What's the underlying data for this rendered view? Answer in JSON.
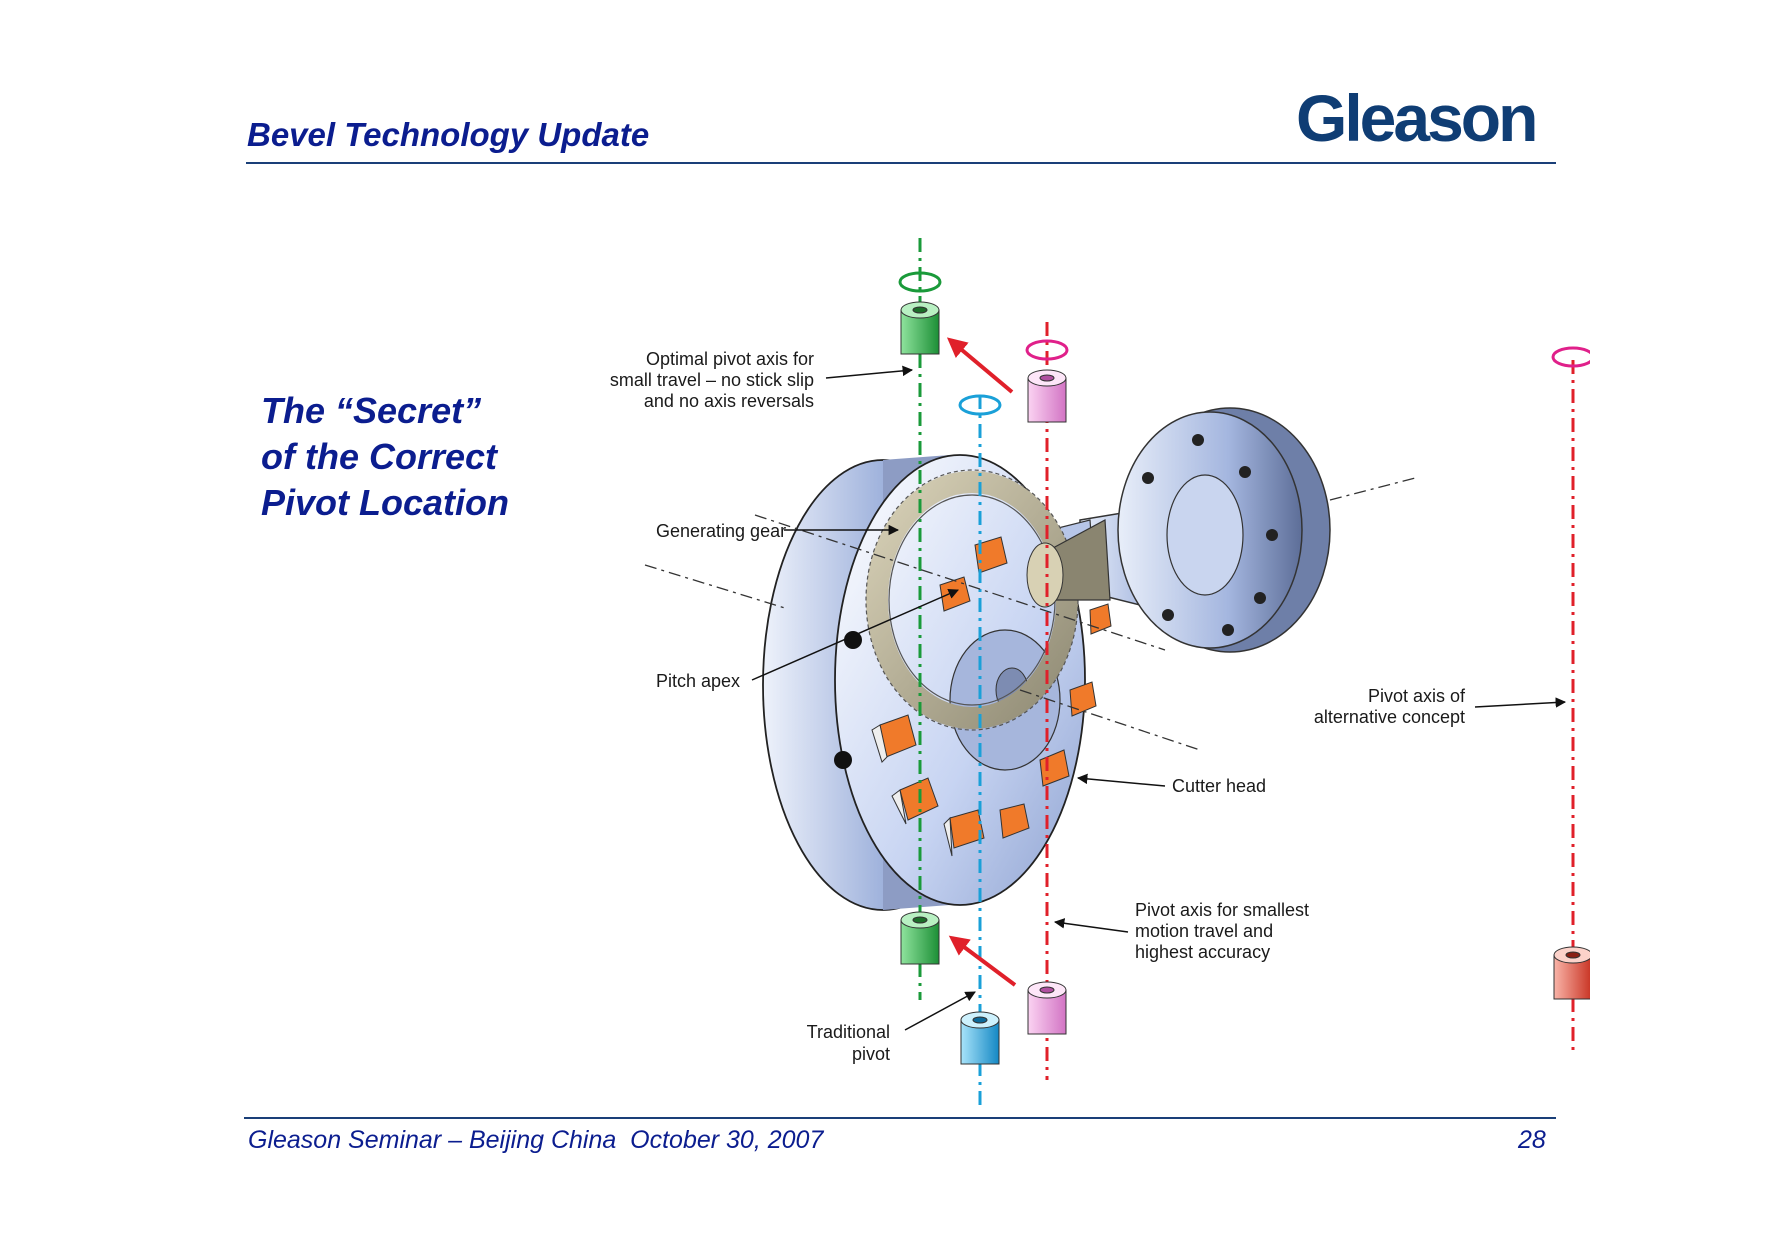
{
  "header": {
    "title": "Bevel Technology Update",
    "logo_text": "Gleason"
  },
  "main": {
    "heading_lines": [
      "The “Secret”",
      "of the Correct",
      "Pivot Location"
    ]
  },
  "diagram": {
    "labels": {
      "optimal_pivot": [
        "Optimal pivot axis for",
        "small travel – no stick slip",
        "and no axis reversals"
      ],
      "generating_gear": "Generating gear",
      "pitch_apex": "Pitch apex",
      "cutter_head": "Cutter head",
      "pivot_smallest": [
        "Pivot axis for smallest",
        "motion travel and",
        "highest accuracy"
      ],
      "traditional_pivot": [
        "Traditional",
        "pivot"
      ],
      "pivot_alternative": [
        "Pivot axis of",
        "alternative concept"
      ]
    },
    "colors": {
      "green_axis": "#1a9a3a",
      "blue_axis": "#1aa0d8",
      "red_axis": "#e0202a",
      "pink_axis": "#e0208a",
      "cutter_blade": "#f07a2a",
      "body_blue": "#b8c8ec"
    }
  },
  "footer": {
    "left_text": "Gleason Seminar – Beijing China  October 30, 2007",
    "page_number": "28"
  },
  "colors": {
    "title_blue": "#0b1d8f",
    "rule": "#1a3f78",
    "logo": "#0f3d74"
  }
}
